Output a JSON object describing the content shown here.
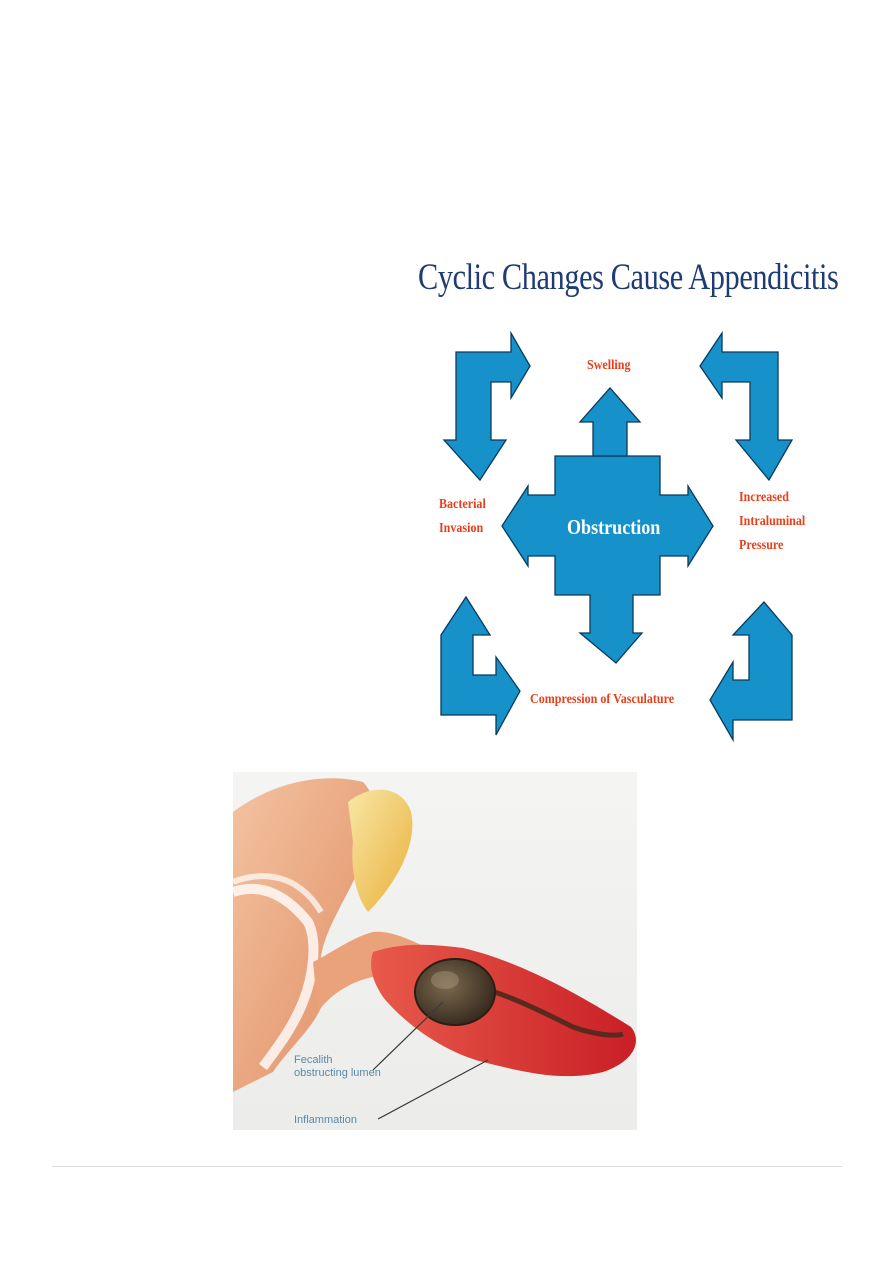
{
  "diagram": {
    "title": "Cyclic Changes Cause Appendicitis",
    "center": "Obstruction",
    "labels": {
      "swelling": "Swelling",
      "bacterial": [
        "Bacterial",
        "Invasion"
      ],
      "pressure": [
        "Increased",
        "Intraluminal",
        "Pressure"
      ],
      "compression": "Compression of Vasculature"
    },
    "colors": {
      "arrow_fill": "#1691c9",
      "arrow_stroke": "#0a3a5c",
      "label_text": "#e8401c",
      "title_text": "#1f3b73"
    }
  },
  "illustration": {
    "labels": {
      "fecalith": [
        "Fecalith",
        "obstructing lumen"
      ],
      "inflammation": "Inflammation"
    },
    "colors": {
      "inflamed_tissue": "#d92a2a",
      "fecalith": "#4a3c2c",
      "colon": "#e9a070",
      "fat": "#f0c050",
      "label_text": "#5a8aa6"
    }
  }
}
